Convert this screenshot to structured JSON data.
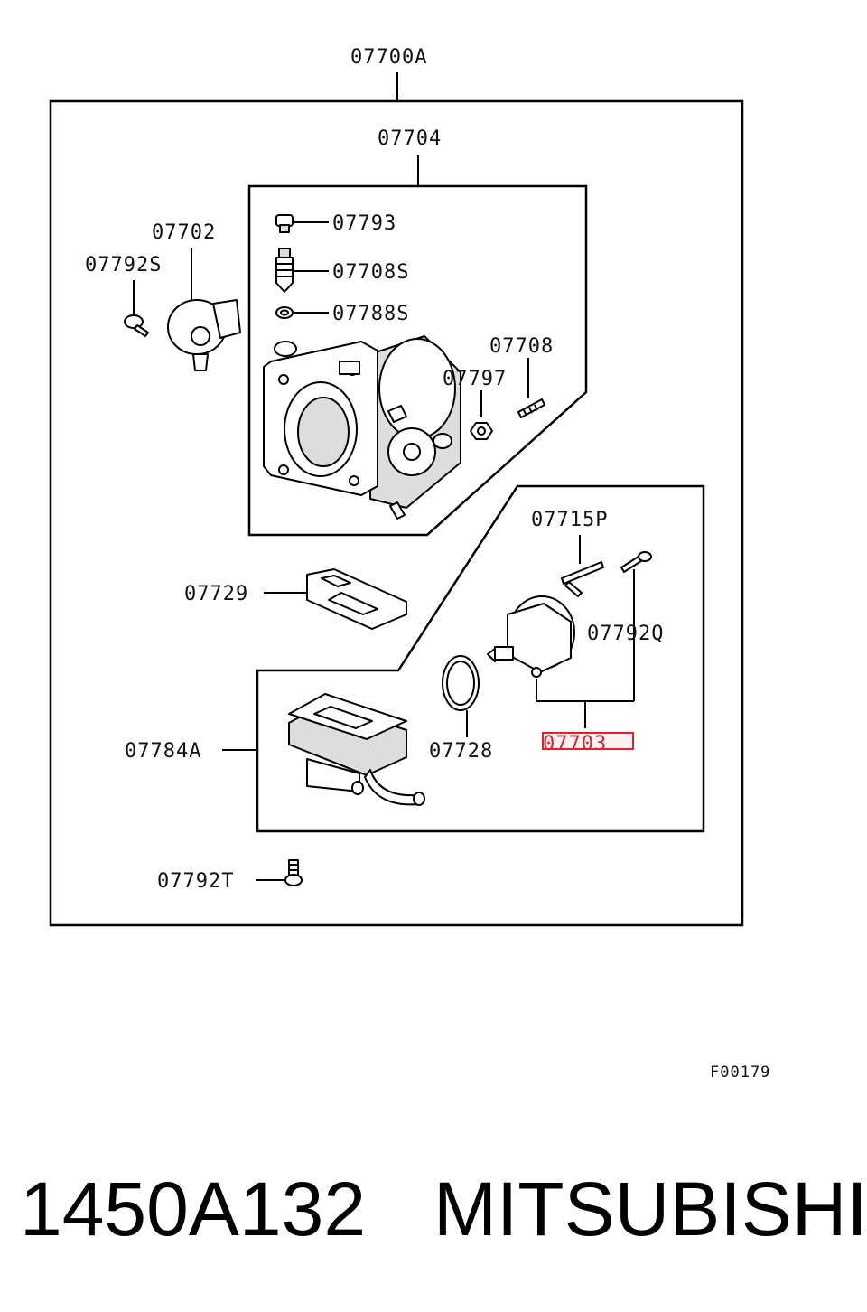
{
  "labels": {
    "assembly": "07700A",
    "throttle_body": "07704",
    "screw_plug": "07793",
    "spring_screw": "07708S",
    "o_ring_small": "07788S",
    "tps": "07702",
    "tps_screw": "07792S",
    "bolt_small": "07708",
    "nut": "07797",
    "bracket": "07715P",
    "isc_screw": "07792Q",
    "gasket": "07729",
    "o_ring": "07728",
    "isc_valve": "07703",
    "housing": "07784A",
    "bolt_bottom": "07792T"
  },
  "highlight_color": "#e0202a",
  "diagram_code": "F00179",
  "footer": {
    "part_number": "1450A132",
    "brand": "MITSUBISHI"
  }
}
